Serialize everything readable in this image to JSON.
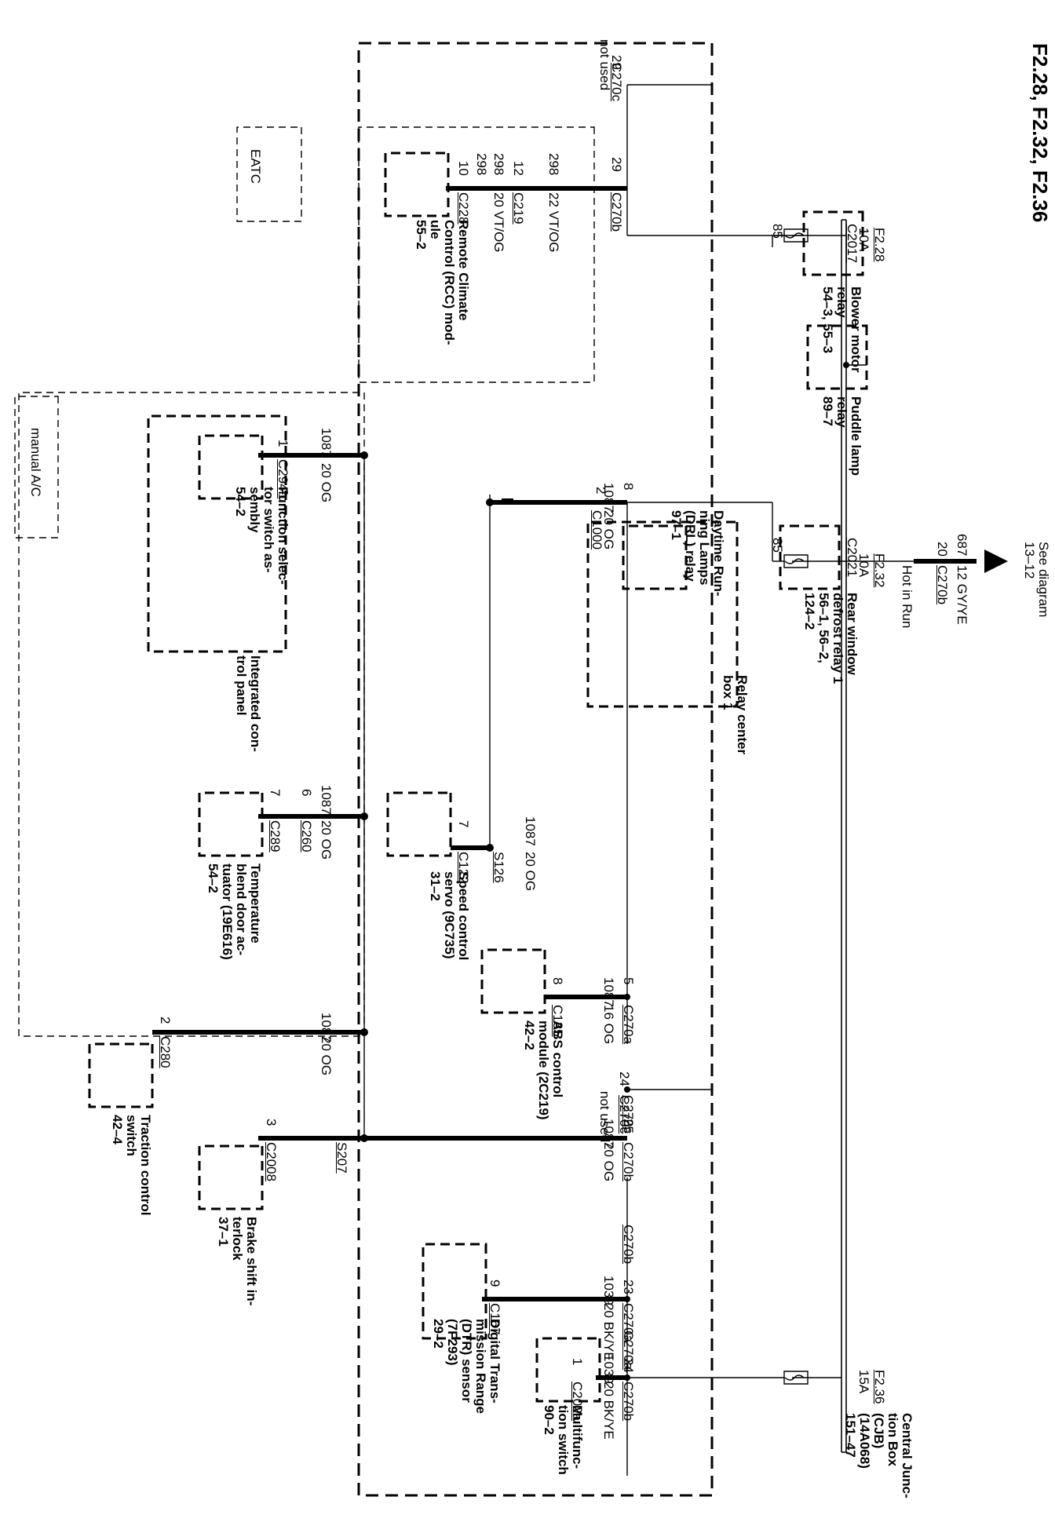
{
  "title": "F2.28, F2.32, F2.36",
  "source": {
    "ref": "See diagram\n13–12",
    "letter": "F",
    "circuit": "687",
    "pin": "20",
    "wire": "12 GY/YE",
    "connector": "C270b"
  },
  "hot_in_run": "Hot in Run",
  "cjb": "Central Junc-\ntion Box\n(CJB)\n(14A068)\n151–47",
  "fuses": [
    {
      "name": "F2.28",
      "amps": "10A"
    },
    {
      "name": "F2.32",
      "amps": "10A"
    },
    {
      "name": "F2.36",
      "amps": "15A"
    }
  ],
  "relays": [
    {
      "pin": "85",
      "connector": "C2017",
      "label": "Blower motor\nrelay\n54–3, 55–3"
    },
    {
      "label": "Puddle lamp\nrelay\n89–7"
    },
    {
      "pin": "85",
      "connector": "C2021",
      "label": "Rear window\ndefrost relay 1\n56–1, 56–2,\n124–2"
    }
  ],
  "rcc_branch": {
    "pin_top": "29",
    "not_used": "not used",
    "conn_top": "C270c",
    "pin29": "29",
    "conn": "C270b",
    "circuit": "298",
    "wire": "22 VT/OG",
    "circuit2": "298",
    "pin12": "12",
    "conn2": "C219",
    "wire2": "20 VT/OG",
    "circuit3": "298",
    "pin10": "10",
    "conn3": "C228",
    "label": "Remote Climate\nControl (RCC) mod-\nule\n55–2",
    "eatc": "EATC"
  },
  "drl_branch": {
    "pin": "8",
    "circuit": "1087",
    "wire": "20 OG",
    "pin2": "2",
    "conn": "C1000",
    "label": "Daytime Run-\nning Lamps\n(DRL) relay\n97–1",
    "box_label": "Relay center\nbox 1"
  },
  "speed_control": {
    "circuit": "1087",
    "wire": "20 OG",
    "splice": "S126",
    "pin": "7",
    "conn": "C122",
    "label": "Speed control\nservo (9C735)\n31–2"
  },
  "icp": {
    "label": "Integrated con-\ntrol panel",
    "func": {
      "circuit": "1087",
      "wire": "20 OG",
      "pin": "1",
      "conn": "C294b",
      "label": "Function selec-\ntor switch as-\nsembly\n54–2"
    },
    "temp": {
      "circuit": "1087",
      "wire": "20 OG",
      "pin6": "6",
      "conn6": "C260",
      "pin7": "7",
      "conn7": "C289",
      "label": "Temperature\nblend door ac-\ntuator (19E616)\n54–2"
    },
    "manual": "manual A/C"
  },
  "abs": {
    "pin5": "5",
    "circuit": "1087",
    "conn": "C270a",
    "pin8": "8",
    "wire": "16 OG",
    "conn2": "C135",
    "label": "ABS control\nmodule (2C219)\n42–2"
  },
  "notused24": {
    "pin": "24",
    "text": "not used",
    "conn": "C270c"
  },
  "traction": {
    "circuit": "1087",
    "wire": "20 OG",
    "pin": "2",
    "conn": "C280",
    "label": "Traction control\nswitch\n42–4"
  },
  "brake": {
    "circuit": "1087",
    "pin25": "25",
    "conn25": "C270c",
    "wire": "20 OG",
    "conn": "C270b",
    "splice": "S207",
    "pin3": "3",
    "conn3": "C2008",
    "label": "Brake shift in-\nterlock\n37–1"
  },
  "dtr": {
    "circuit": "1039",
    "pin23": "23",
    "conn23": "C270b",
    "wire": "20 BK/YE",
    "conn": "C270a",
    "pin9": "9",
    "conn9": "C167",
    "label": "Digital Trans-\nmission Range\n(DTR) sensor\n(7F293)\n29–2"
  },
  "multi": {
    "circuit": "1039",
    "pin34": "34",
    "conn34": "C270a",
    "wire": "20 BK/YE",
    "conn": "C270b",
    "pin1": "1",
    "conn1": "C202a",
    "label": "Multifunc-\ntion switch\n90–2"
  }
}
